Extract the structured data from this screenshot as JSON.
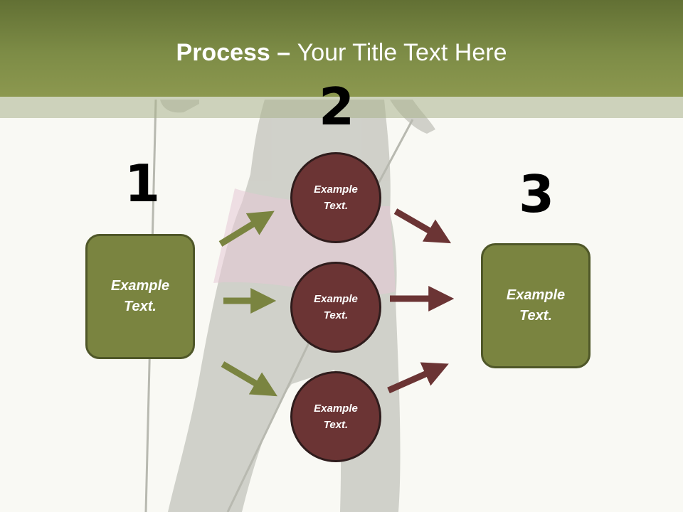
{
  "slide": {
    "title_strong": "Process",
    "title_dash": " – ",
    "title_rest": "Your Title Text Here"
  },
  "steps": {
    "one": "1",
    "two": "2",
    "three": "3"
  },
  "left_box": {
    "text": "Example\nText."
  },
  "right_box": {
    "text": "Example\nText."
  },
  "circles": [
    {
      "text": "Example\nText."
    },
    {
      "text": "Example\nText."
    },
    {
      "text": "Example\nText."
    }
  ],
  "colors": {
    "header": "#7d8c46",
    "box_fill": "#7a8440",
    "circle_fill": "#6b3434",
    "green_arrow": "#7a8440",
    "red_arrow": "#6b3434"
  }
}
